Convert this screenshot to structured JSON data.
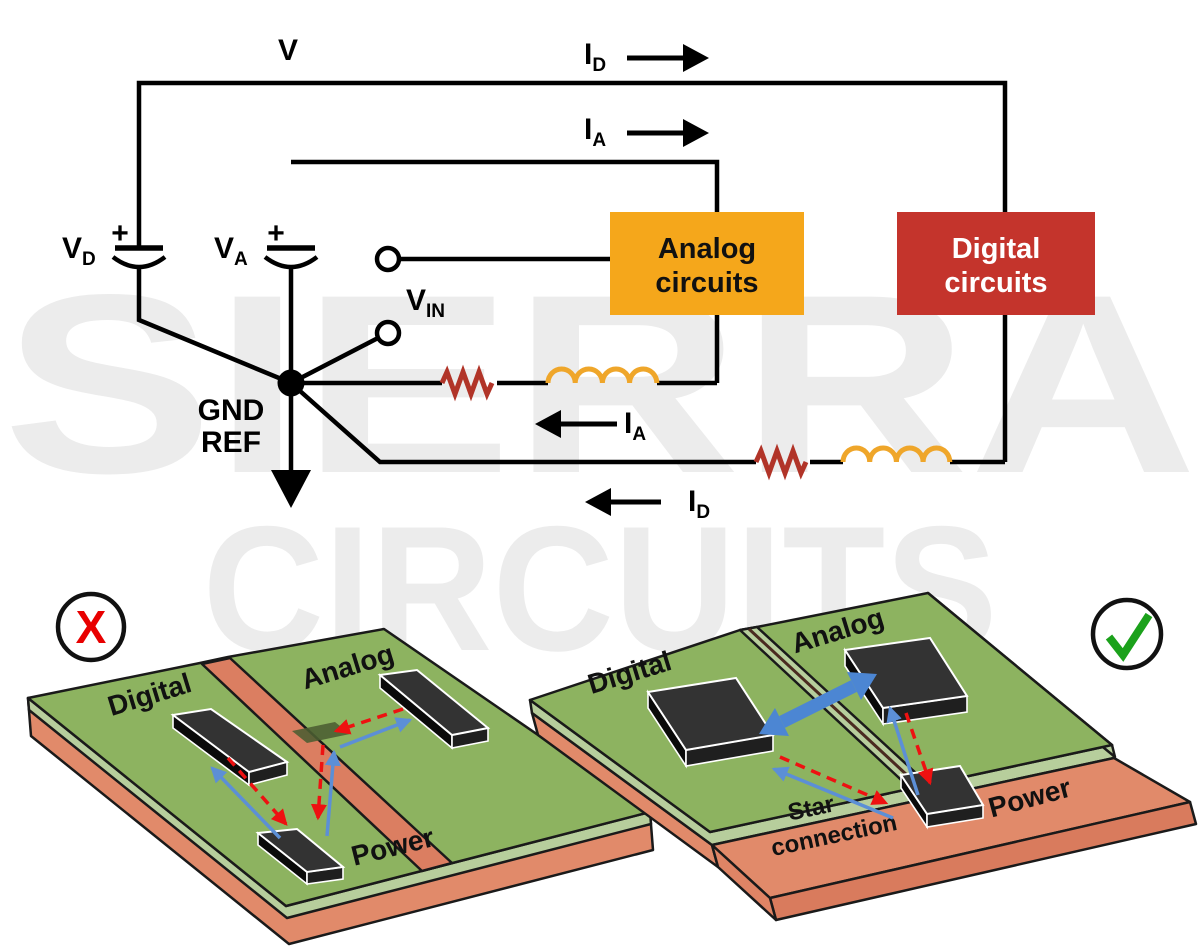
{
  "watermark": {
    "line1": "SIERRA",
    "line2": "CIRCUITS"
  },
  "schematic": {
    "v_label": "V",
    "plus": "+",
    "vd": {
      "main": "V",
      "sub": "D"
    },
    "va": {
      "main": "V",
      "sub": "A"
    },
    "vin": {
      "main": "V",
      "sub": "IN"
    },
    "id_top": {
      "main": "I",
      "sub": "D"
    },
    "ia_top": {
      "main": "I",
      "sub": "A"
    },
    "ia_return": {
      "main": "I",
      "sub": "A"
    },
    "id_return": {
      "main": "I",
      "sub": "D"
    },
    "gnd": {
      "line1": "GND",
      "line2": "REF"
    },
    "analog_box": {
      "line1": "Analog",
      "line2": "circuits"
    },
    "digital_box": {
      "line1": "Digital",
      "line2": "circuits"
    }
  },
  "bad_example": {
    "verdict": "X",
    "digital": "Digital",
    "analog": "Analog",
    "power": "Power"
  },
  "good_example": {
    "digital": "Digital",
    "analog": "Analog",
    "power": "Power",
    "star_line1": "Star",
    "star_line2": "connection"
  },
  "colors": {
    "wire": "#000000",
    "analog_box": "#f5a71b",
    "digital_box": "#c4342c",
    "analog_box_text": "#111111",
    "digital_box_text": "#ffffff",
    "resistor": "#b13428",
    "inductor": "#efa62a",
    "pcb_green": "#8db360",
    "pcb_edge_green": "#b7ce9c",
    "copper": "#e18a6a",
    "copper_dark": "#d97b5d",
    "gap_patch": "#4b5d31",
    "arrow_blue": "#5c8fd6",
    "arrow_blue_thick": "#4c86d3",
    "arrow_red": "#ee1111",
    "x_red": "#e80000",
    "check_green": "#1ba11b",
    "watermark": "#ececec"
  }
}
